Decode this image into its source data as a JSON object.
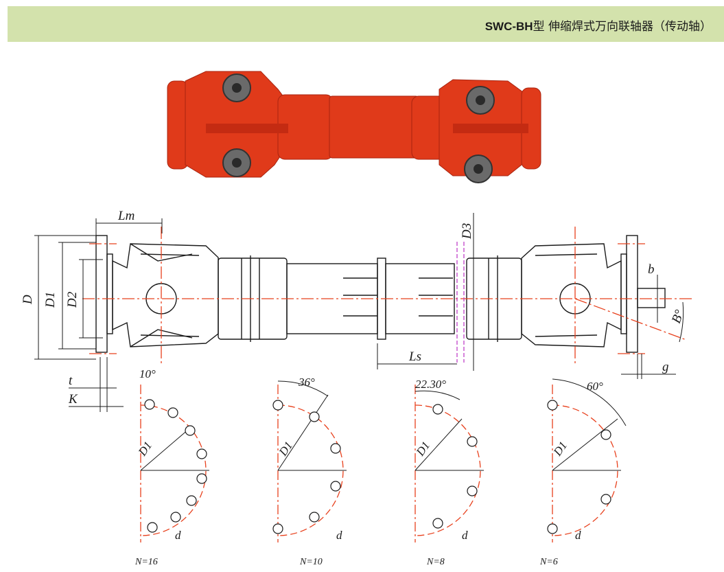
{
  "header": {
    "model_code": "SWC-BH",
    "title_suffix": "型 伸缩焊式万向联轴器（传动轴）",
    "background": "#d3e2ac"
  },
  "photo": {
    "body_color": "#e03a1a",
    "cap_color": "#6a6a6a"
  },
  "colors": {
    "line": "#1a1a1a",
    "center": "#e8401c",
    "section": "#c040c8"
  },
  "labels": {
    "lm": "Lm",
    "d": "D",
    "d1": "D1",
    "d2": "D2",
    "d3": "D3",
    "ls": "Ls",
    "b": "b",
    "beta": "B°",
    "g": "g",
    "t": "t",
    "k": "K",
    "hole": "d"
  },
  "flange_patterns": [
    {
      "angle": "10°",
      "n": "N=16"
    },
    {
      "angle": "36°",
      "n": "N=10"
    },
    {
      "angle": "22.30°",
      "n": "N=8"
    },
    {
      "angle": "60°",
      "n": "N=6"
    }
  ]
}
